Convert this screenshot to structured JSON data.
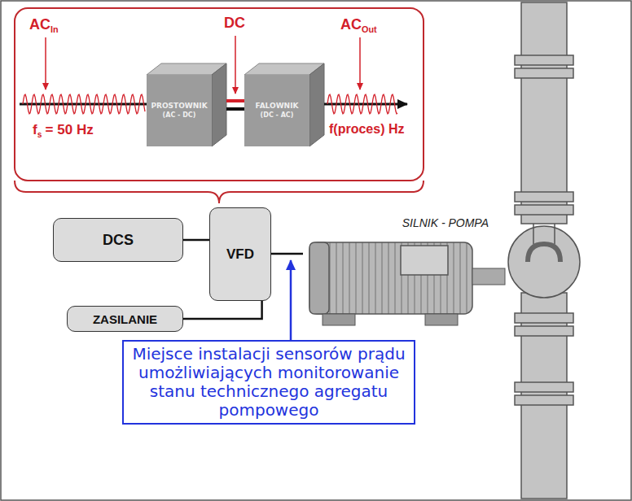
{
  "diagram": {
    "nodes": [
      {
        "text": [
          "PROSTOWNIK",
          "(AC - DC)"
        ]
      },
      {
        "text": [
          "FALOWNIK",
          "(DC - AC)"
        ]
      },
      {
        "text": [
          "DCS"
        ]
      },
      {
        "text": [
          "VFD"
        ]
      },
      {
        "text": [
          "ZASILANIE"
        ]
      },
      {
        "text": [
          "SILNIK - POMPA"
        ]
      },
      {
        "text": [
          "Miejsce instalacji sensorów prądu umożliwiających monitorowanie stanu technicznego agregatu pompowego"
        ]
      }
    ],
    "edges": [
      {
        "from": 0,
        "to": 1,
        "arrow": "none"
      },
      {
        "from": 2,
        "to": 3,
        "arrow": "none"
      },
      {
        "from": 4,
        "to": 3,
        "arrow": "none"
      },
      {
        "from": 3,
        "to": 5,
        "arrow": "none"
      }
    ],
    "labels": [
      "AC",
      "In",
      "DC",
      "AC",
      "Out",
      "f",
      "s",
      "= 50 Hz",
      "f(proces) Hz"
    ]
  }
}
